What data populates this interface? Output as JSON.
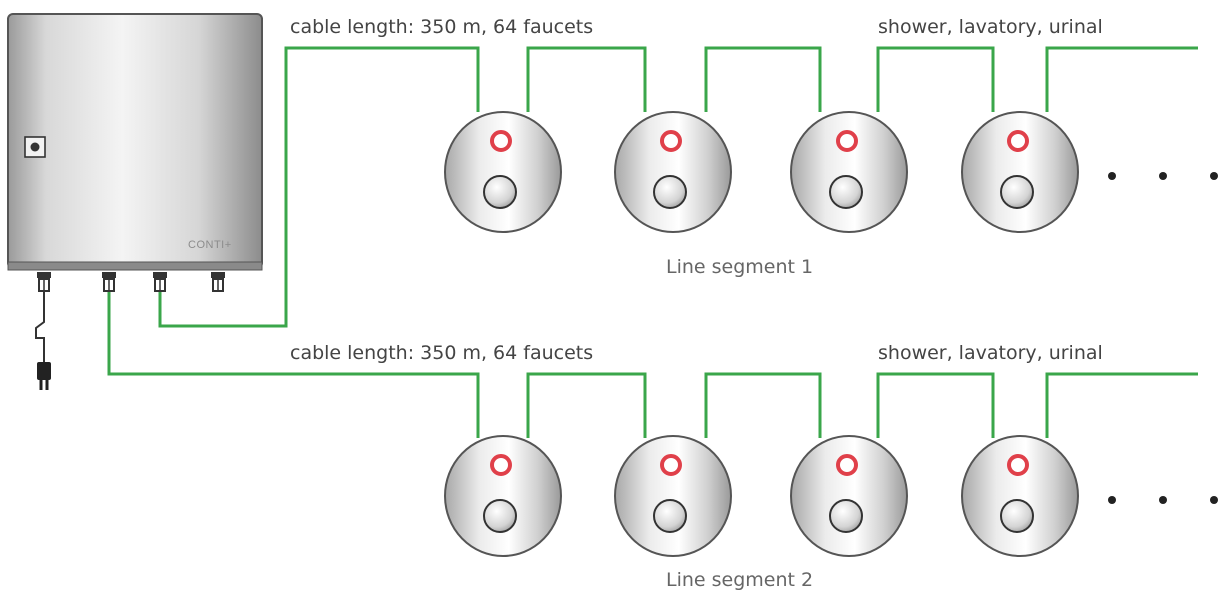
{
  "controller": {
    "brand": "CONTI+"
  },
  "line_segments": [
    {
      "cable_label": "cable length: 350 m, 64 faucets",
      "fixtures_label": "shower, lavatory, urinal",
      "segment_label": "Line segment 1"
    },
    {
      "cable_label": "cable length: 350 m, 64 faucets",
      "fixtures_label": "shower, lavatory, urinal",
      "segment_label": "Line segment 2"
    }
  ],
  "faucets_per_row_shown": 4,
  "colors": {
    "cable": "#3aa64a",
    "led": "#e0404a",
    "housing_edge": "#555555"
  }
}
